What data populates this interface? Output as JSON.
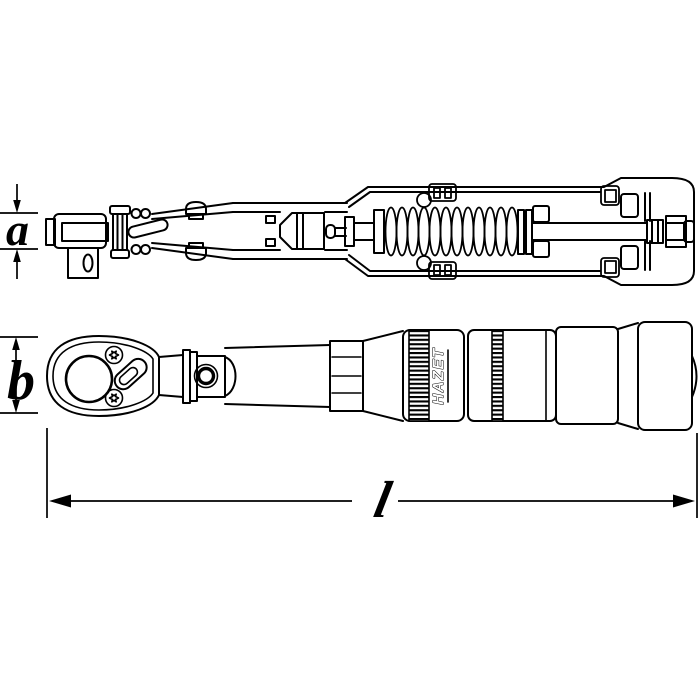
{
  "diagram": {
    "type": "technical-drawing",
    "subject": "Torque wrench: sectional side view (top) and plan view (bottom) with dimension callouts",
    "brand_label": "HAZET",
    "dimensions": {
      "a": "a",
      "b": "b",
      "l": "l"
    },
    "colors": {
      "line": "#000000",
      "background": "#ffffff"
    }
  }
}
